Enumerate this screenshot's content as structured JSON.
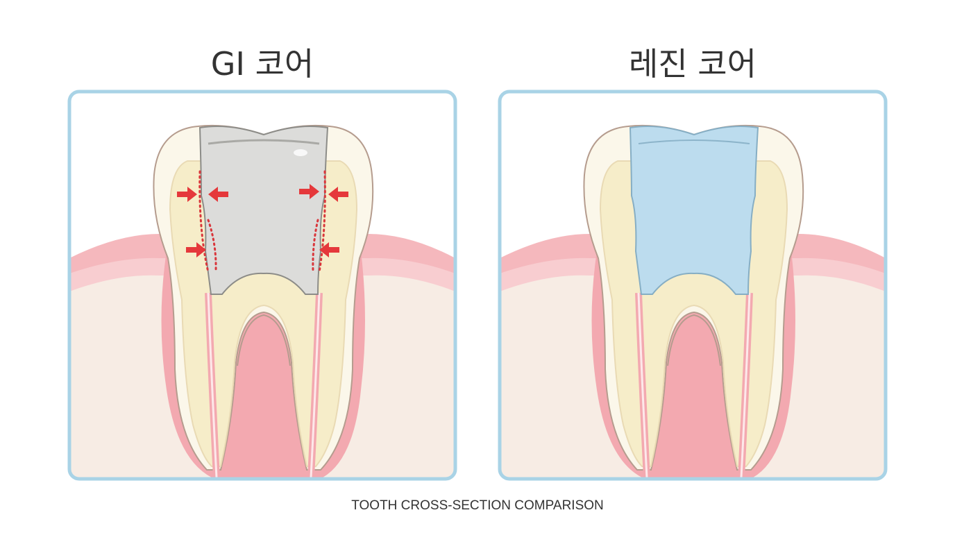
{
  "panels": [
    {
      "title": "GI 코어",
      "core_color": "#dcdcda",
      "core_stroke": "#8c8c88"
    },
    {
      "title": "레진 코어",
      "core_color": "#bcdcee",
      "core_stroke": "#86aec4"
    }
  ],
  "caption": "TOOTH CROSS-SECTION COMPARISON",
  "colors": {
    "frame": "#a9d3e6",
    "gum": "#f5b8bd",
    "arrow": "#e5383b"
  }
}
